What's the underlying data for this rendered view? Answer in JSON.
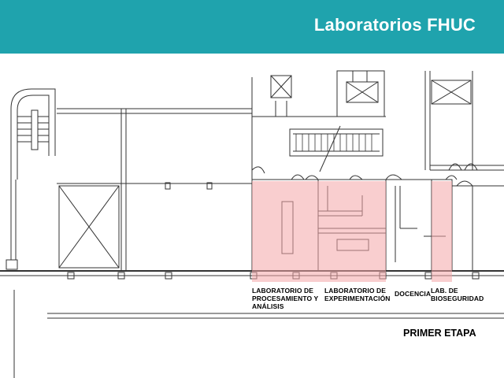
{
  "slide": {
    "title": "Laboratorios FHUC",
    "stage": "PRIMER ETAPA"
  },
  "rooms": [
    {
      "name": "lab-procesamiento",
      "label": "LABORATORIO DE\nPROCESAMIENTO Y\nANÁLISIS"
    },
    {
      "name": "lab-experimentacion",
      "label": "LABORATORIO DE\nEXPERIMENTACIÓN"
    },
    {
      "name": "docencia",
      "label": "DOCENCIA"
    },
    {
      "name": "lab-bioseguridad",
      "label": "LAB. DE\nBIOSEGURIDAD"
    }
  ],
  "colors": {
    "header": "#1fa3ad",
    "highlight": "#f4a6a8",
    "walls": "#333333"
  }
}
